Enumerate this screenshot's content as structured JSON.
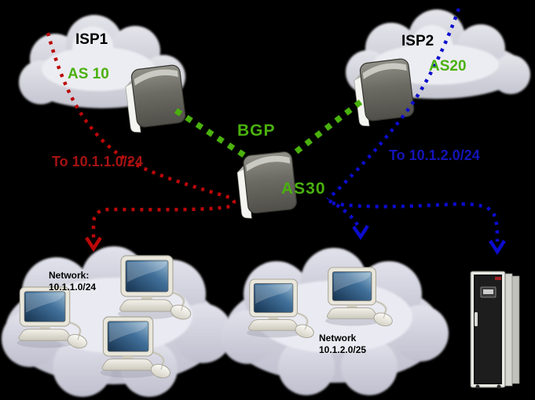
{
  "colors": {
    "background": "#000000",
    "red_line": "#BB0808",
    "red_text": "#A61212",
    "blue_line": "#0C0CCC",
    "blue_text": "#1414B8",
    "green": "#4AB10D"
  },
  "isp1_cloud": {
    "name": "ISP1",
    "as": "AS 10"
  },
  "isp2_cloud": {
    "name": "ISP2",
    "as": "AS20"
  },
  "core": {
    "protocol": "BGP",
    "as": "AS30"
  },
  "routes": {
    "red": {
      "label": "To 10.1.1.0/24"
    },
    "blue": {
      "label": "To 10.1.2.0/24"
    }
  },
  "lan_left": {
    "title": "Network:",
    "subnet": "10.1.1.0/24",
    "host_count": 3
  },
  "lan_middle": {
    "title": "Network",
    "subnet": "10.1.2.0/25",
    "host_count": 2
  },
  "server_area": {
    "device": "server-tower"
  }
}
